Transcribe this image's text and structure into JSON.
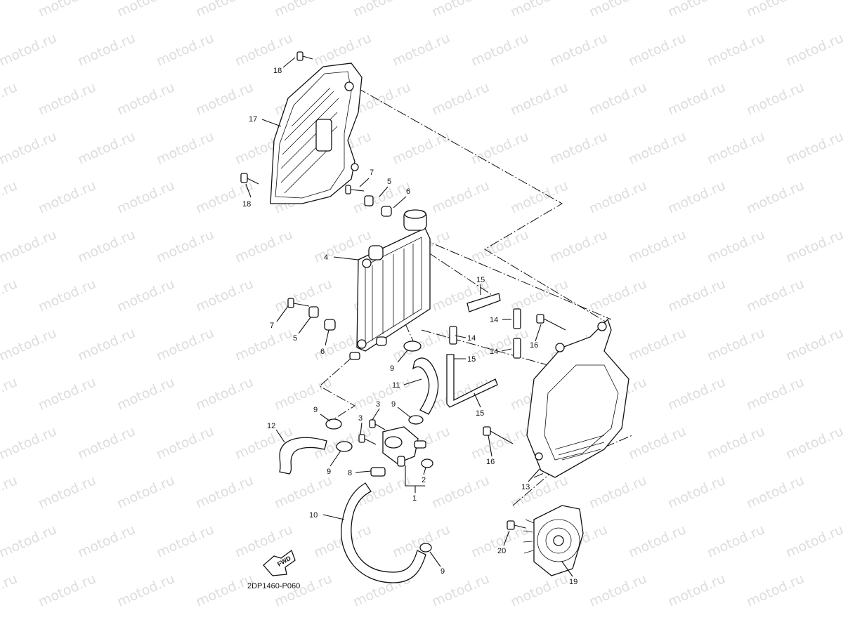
{
  "watermark": {
    "text": "motod.ru"
  },
  "diagram": {
    "code": "2DP1460-P060",
    "fwd_label": "FWD",
    "callouts": [
      {
        "id": "c18a",
        "text": "18"
      },
      {
        "id": "c17",
        "text": "17"
      },
      {
        "id": "c18b",
        "text": "18"
      },
      {
        "id": "c7a",
        "text": "7"
      },
      {
        "id": "c5a",
        "text": "5"
      },
      {
        "id": "c6a",
        "text": "6"
      },
      {
        "id": "c4",
        "text": "4"
      },
      {
        "id": "c15a",
        "text": "15"
      },
      {
        "id": "c14a",
        "text": "14"
      },
      {
        "id": "c14b",
        "text": "14"
      },
      {
        "id": "c14c",
        "text": "14"
      },
      {
        "id": "c16a",
        "text": "16"
      },
      {
        "id": "c15b",
        "text": "15"
      },
      {
        "id": "c15c",
        "text": "15"
      },
      {
        "id": "c7b",
        "text": "7"
      },
      {
        "id": "c5b",
        "text": "5"
      },
      {
        "id": "c6b",
        "text": "6"
      },
      {
        "id": "c9a",
        "text": "9"
      },
      {
        "id": "c11",
        "text": "11"
      },
      {
        "id": "c3a",
        "text": "3"
      },
      {
        "id": "c9b",
        "text": "9"
      },
      {
        "id": "c9c",
        "text": "9"
      },
      {
        "id": "c3b",
        "text": "3"
      },
      {
        "id": "c12",
        "text": "12"
      },
      {
        "id": "c9d",
        "text": "9"
      },
      {
        "id": "c8",
        "text": "8"
      },
      {
        "id": "c2",
        "text": "2"
      },
      {
        "id": "c1",
        "text": "1"
      },
      {
        "id": "c16b",
        "text": "16"
      },
      {
        "id": "c13",
        "text": "13"
      },
      {
        "id": "c10",
        "text": "10"
      },
      {
        "id": "c20",
        "text": "20"
      },
      {
        "id": "c9e",
        "text": "9"
      },
      {
        "id": "c19",
        "text": "19"
      }
    ]
  }
}
